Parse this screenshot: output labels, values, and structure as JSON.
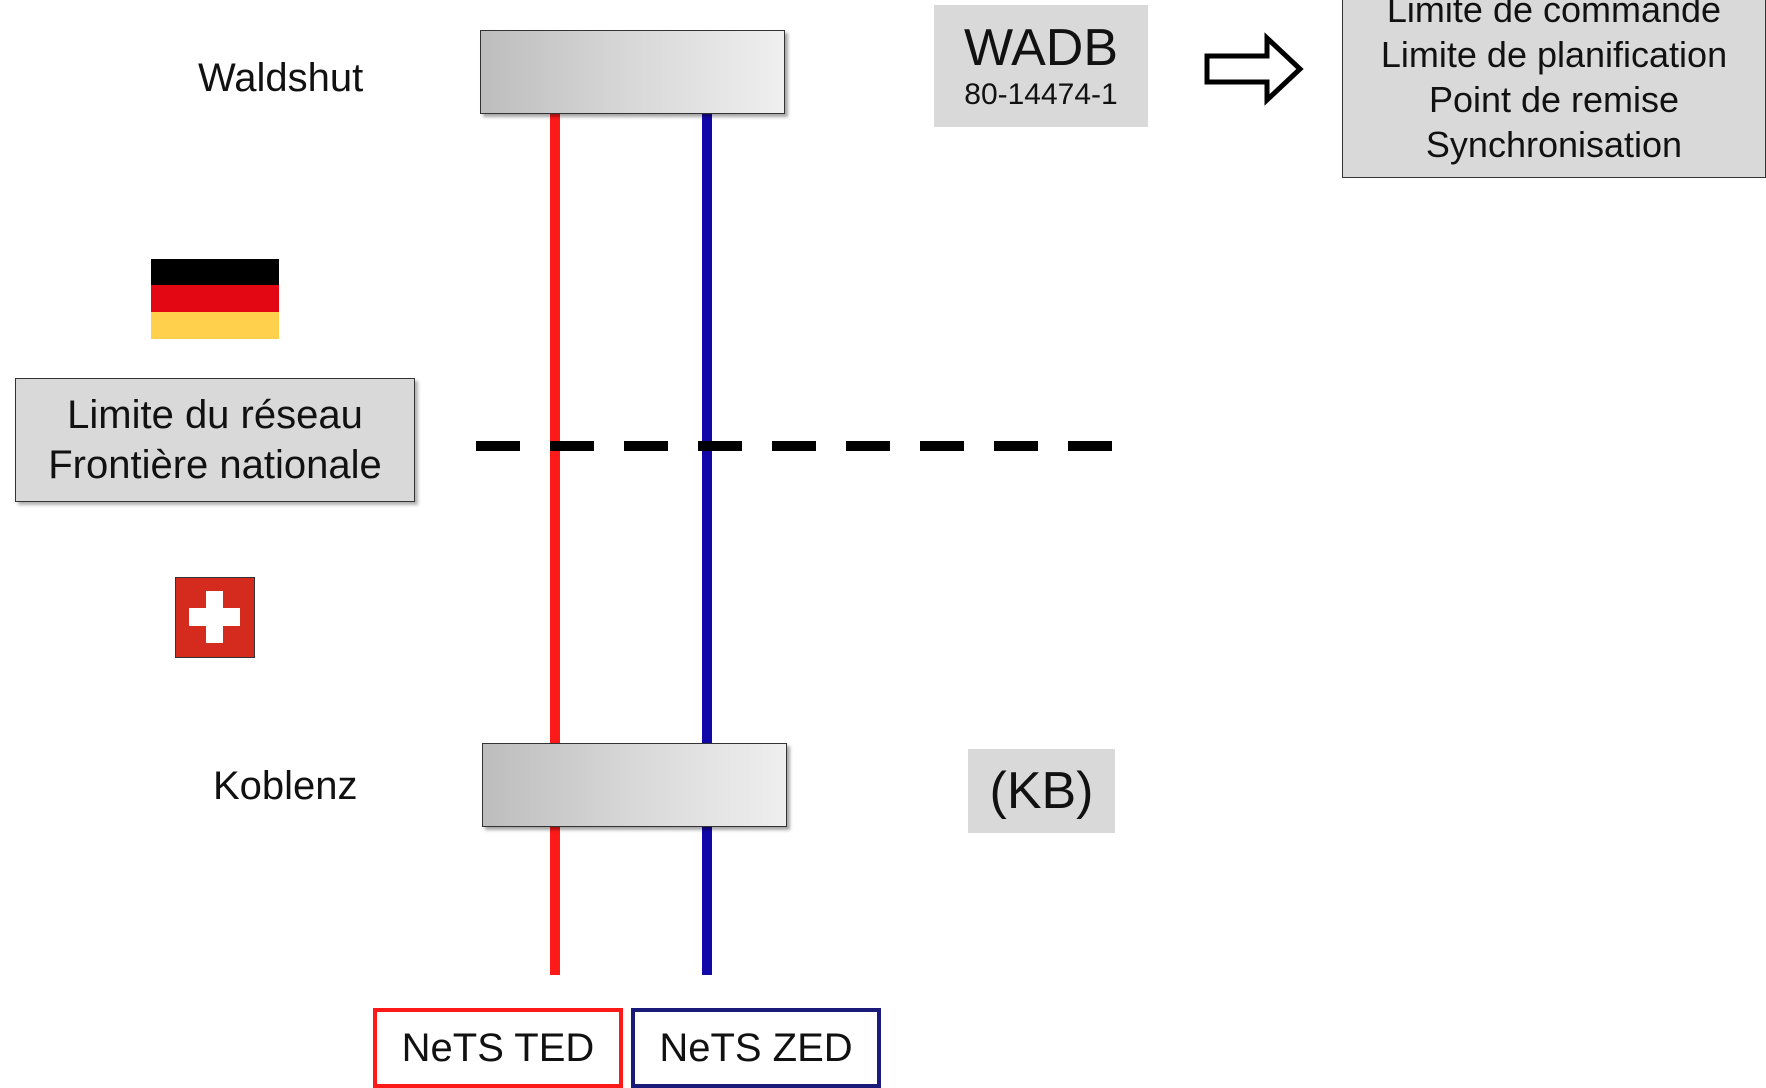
{
  "stations": {
    "top": {
      "name": "Waldshut"
    },
    "bottom": {
      "name": "Koblenz"
    }
  },
  "wadb": {
    "title": "WADB",
    "code": "80-14474-1"
  },
  "kb_tag": {
    "label": "(KB)"
  },
  "info_box": {
    "lines": [
      "Limite de commande",
      "Limite de planification",
      "Point de remise",
      "Synchronisation"
    ]
  },
  "border_box": {
    "lines": [
      "Limite du réseau",
      "Frontière nationale"
    ]
  },
  "flags": {
    "germany": {
      "icon": "germany-flag-icon",
      "colors": [
        "#000000",
        "#e30613",
        "#ffd04b"
      ]
    },
    "switzerland": {
      "icon": "switzerland-flag-icon",
      "colors": [
        "#d52b1e",
        "#ffffff"
      ]
    }
  },
  "legend": {
    "ted": {
      "label": "NeTS TED",
      "color": "#ff1a1a"
    },
    "zed": {
      "label": "NeTS ZED",
      "color": "#1a0fb0"
    }
  },
  "colors": {
    "red_track": "#ff1a1a",
    "blue_track": "#1208a8",
    "border_line": "#000000"
  }
}
